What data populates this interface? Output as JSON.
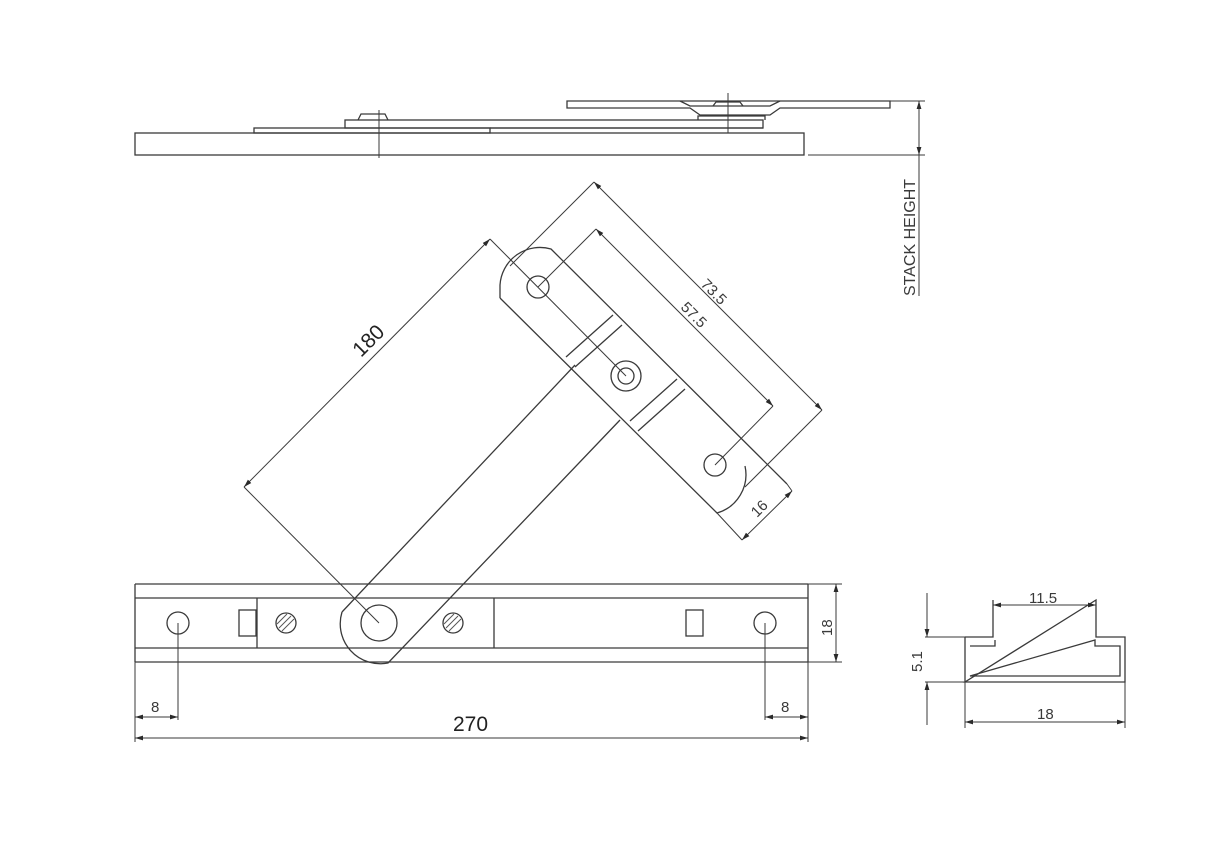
{
  "drawing": {
    "subject": "Friction stay hinge technical drawing",
    "views": [
      "side-elevation",
      "plan-view-open",
      "profile-section"
    ],
    "line_color": "#3a3a3a",
    "background": "#ffffff"
  },
  "dimensions": {
    "stack_height_label": "STACK HEIGHT",
    "arm_length": "180",
    "sash_arm_outer": "73.5",
    "sash_arm_inner": "57.5",
    "sash_arm_width": "16",
    "track_width": "18",
    "overall_length": "270",
    "end_hole_left": "8",
    "end_hole_right": "8",
    "profile_slot_width": "11.5",
    "profile_height": "5.1",
    "profile_width": "18"
  }
}
